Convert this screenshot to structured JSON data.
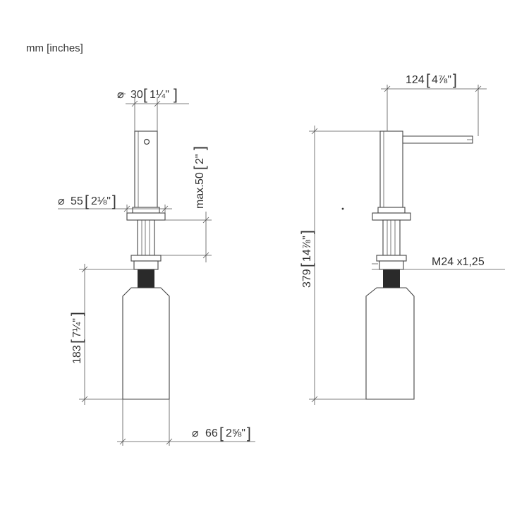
{
  "units_note": "mm [inches]",
  "dimensions": {
    "top_diameter": {
      "symbol": "⌀",
      "mm": "30",
      "inch": "1¼\""
    },
    "flange_diameter": {
      "symbol": "⌀",
      "mm": "55",
      "inch": "2⅛\""
    },
    "max_thickness": {
      "prefix": "max.",
      "mm": "50",
      "inch": "2\""
    },
    "bottle_height": {
      "mm": "183",
      "inch": "7¼\""
    },
    "bottle_diameter": {
      "symbol": "⌀",
      "mm": "66",
      "inch": "2⅝\""
    },
    "spout_length": {
      "mm": "124",
      "inch": "4⅞\""
    },
    "total_height": {
      "mm": "379",
      "inch": "14⅞\""
    },
    "thread": "M24 x1,25"
  }
}
